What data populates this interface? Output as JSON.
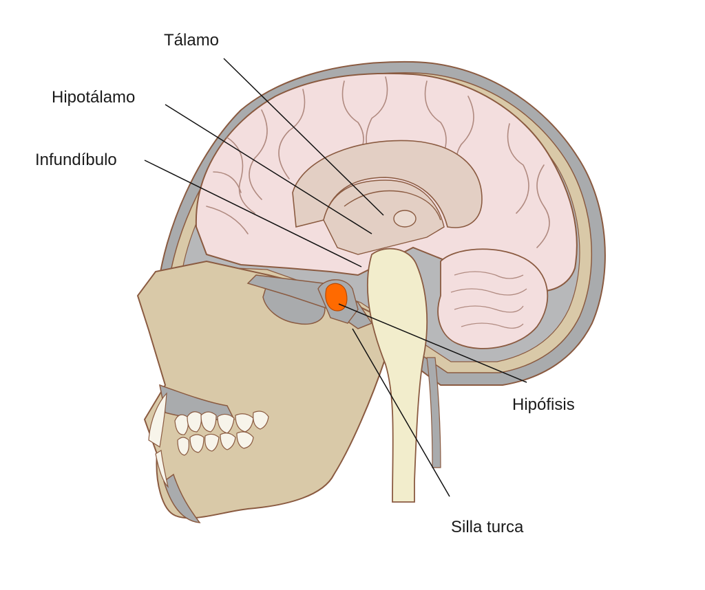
{
  "labels": {
    "talamo": "Tálamo",
    "hipotalamo": "Hipotálamo",
    "infundibulo": "Infundíbulo",
    "hipofisis": "Hipófisis",
    "silla_turca": "Silla turca"
  },
  "colors": {
    "skull_bone": "#d9c9a8",
    "bone_outline": "#8a5a40",
    "cavity_gray": "#a9abad",
    "brain_pink": "#f3dede",
    "inner_brain": "#e3cfc4",
    "brainstem": "#f2edcc",
    "pituitary": "#ff6a00",
    "teeth": "#f7f4ea",
    "leader_line": "#111111"
  }
}
